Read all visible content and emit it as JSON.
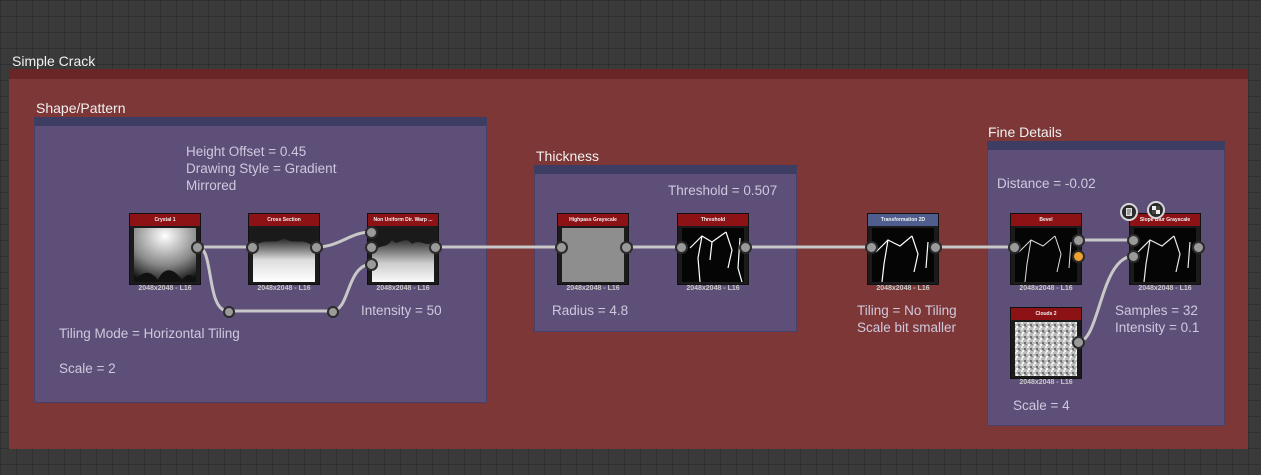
{
  "frames": {
    "main": {
      "title": "Simple Crack"
    },
    "shape": {
      "title": "Shape/Pattern"
    },
    "thickness": {
      "title": "Thickness"
    },
    "fine": {
      "title": "Fine Details"
    }
  },
  "comments": {
    "shape_params": [
      "Height Offset = 0.45",
      "Drawing Style = Gradient",
      "Mirrored"
    ],
    "tiling_mode": "Tiling Mode = Horizontal Tiling",
    "scale_shape": "Scale = 2",
    "intensity_warp": "Intensity = 50",
    "threshold": "Threshold = 0.507",
    "radius": "Radius = 4.8",
    "tiling_transform": [
      "Tiling = No Tiling",
      "Scale bit smaller"
    ],
    "distance": "Distance = -0.02",
    "samples": [
      "Samples = 32",
      "Intensity = 0.1"
    ],
    "scale_cloud": "Scale = 4"
  },
  "nodes": [
    {
      "id": "crystal",
      "title": "Crystal 1",
      "res": "2048x2048 - L16"
    },
    {
      "id": "cross",
      "title": "Cross Section",
      "res": "2048x2048 - L16"
    },
    {
      "id": "warp",
      "title": "Non Uniform Dir. Warp ...",
      "res": "2048x2048 - L16"
    },
    {
      "id": "highpass",
      "title": "Highpass Grayscale",
      "res": "2048x2048 - L16"
    },
    {
      "id": "threshold",
      "title": "Threshold",
      "res": "2048x2048 - L16"
    },
    {
      "id": "transform",
      "title": "Transformation 2D",
      "res": "2048x2048 - L16"
    },
    {
      "id": "bevel",
      "title": "Bevel",
      "res": "2048x2048 - L16"
    },
    {
      "id": "cloud",
      "title": "Clouds 2",
      "res": "2048x2048 - L16"
    },
    {
      "id": "blur",
      "title": "Slope Blur Grayscale",
      "res": "2048x2048 - L16"
    }
  ],
  "icons": [
    "document-icon",
    "checker-icon"
  ],
  "colors": {
    "frame_outer": "#7d3737",
    "frame_inner": "#5e4f78",
    "node_header": "#8c1216",
    "transform_header": "#4f5e8f",
    "wire": "#c8c8c8",
    "port_orange": "#f0a030"
  }
}
